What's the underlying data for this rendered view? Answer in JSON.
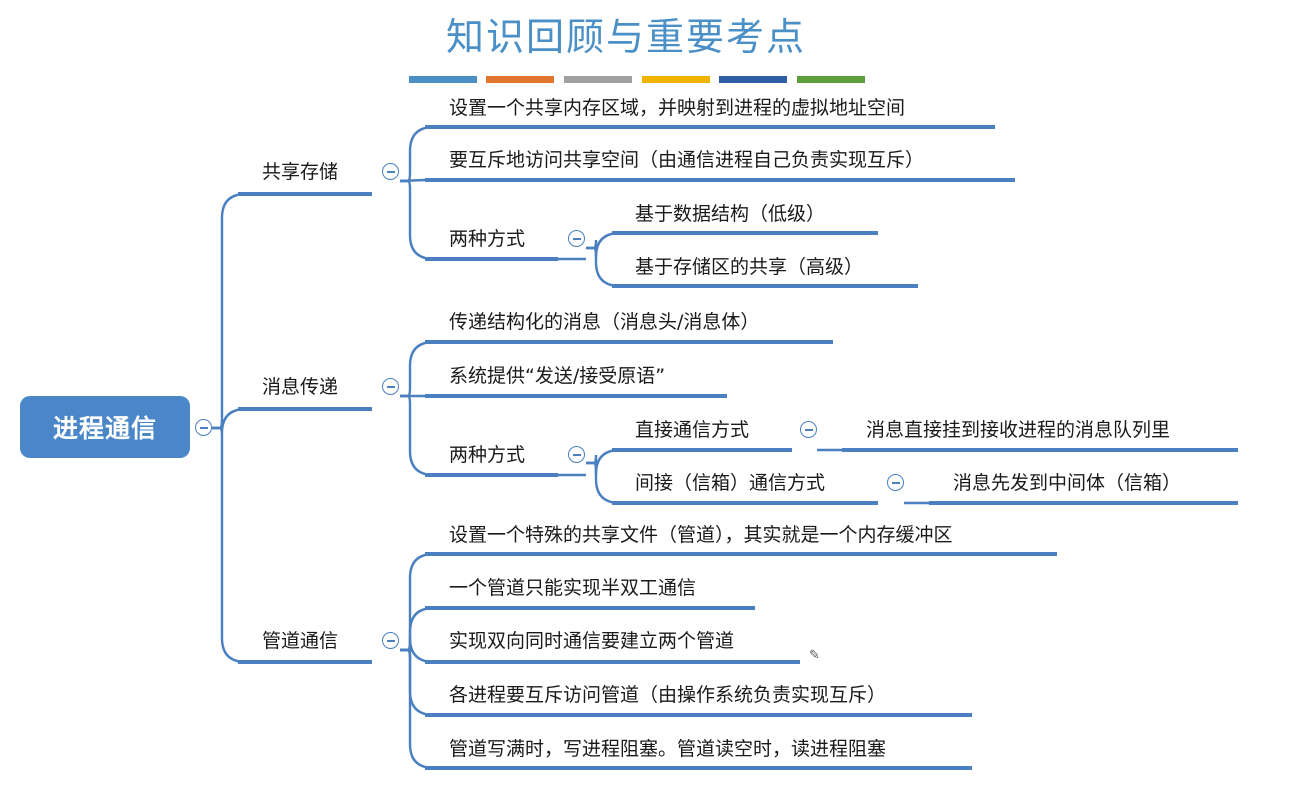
{
  "title": "知识回顾与重要考点",
  "palette": [
    "#4a8fc6",
    "#e2762f",
    "#a0a0a0",
    "#f2b200",
    "#2f5ea7",
    "#5e9e3a"
  ],
  "line_color": "#4a7fc0",
  "root": "进程通信",
  "branches": {
    "shared": {
      "label": "共享存储",
      "items": [
        "设置一个共享内存区域，并映射到进程的虚拟地址空间",
        "要互斥地访问共享空间（由通信进程自己负责实现互斥）",
        "两种方式"
      ],
      "modes": [
        "基于数据结构（低级）",
        "基于存储区的共享（高级）"
      ]
    },
    "message": {
      "label": "消息传递",
      "items": [
        "传递结构化的消息（消息头/消息体）",
        "系统提供“发送/接受原语”",
        "两种方式"
      ],
      "modes": [
        "直接通信方式",
        "间接（信箱）通信方式"
      ],
      "mode_details": [
        "消息直接挂到接收进程的消息队列里",
        "消息先发到中间体（信箱）"
      ]
    },
    "pipe": {
      "label": "管道通信",
      "items": [
        "设置一个特殊的共享文件（管道），其实就是一个内存缓冲区",
        "一个管道只能实现半双工通信",
        "实现双向同时通信要建立两个管道",
        "各进程要互斥访问管道（由操作系统负责实现互斥）",
        "管道写满时，写进程阻塞。管道读空时，读进程阻塞"
      ]
    }
  }
}
